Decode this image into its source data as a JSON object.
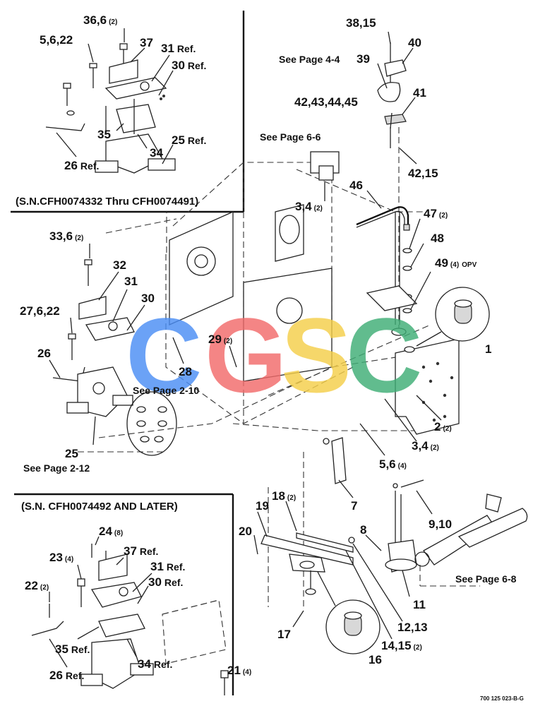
{
  "boxes": {
    "top_left_title": "(S.N.CFH0074332 Thru CFH0074491)",
    "bottom_left_title": "(S.N. CFH0074492 AND LATER)"
  },
  "notes": {
    "see_4_4": "See Page 4-4",
    "see_6_6": "See Page 6-6",
    "see_2_10": "See Page 2-10",
    "see_2_12": "See Page 2-12",
    "see_6_8": "See Page 6-8"
  },
  "callouts": {
    "c36_6": "36,6",
    "c36_6_q": "(2)",
    "c5_6_22": "5,6,22",
    "c37": "37",
    "c31r": "31",
    "c31r_ref": "Ref.",
    "c30r": "30",
    "c30r_ref": "Ref.",
    "c35": "35",
    "c34": "34",
    "c25r": "25",
    "c25r_ref": "Ref.",
    "c26r": "26",
    "c26r_ref": "Ref.",
    "c38_15": "38,15",
    "c40": "40",
    "c39": "39",
    "c41": "41",
    "c42_45": "42,43,44,45",
    "c42_15": "42,15",
    "c46": "46",
    "c3_4a": "3,4",
    "c3_4a_q": "(2)",
    "c47": "47",
    "c47_q": "(2)",
    "c48": "48",
    "c49": "49",
    "c49_q": "(4)",
    "c49_opv": "OPV",
    "c1": "1",
    "c33_6": "33,6",
    "c33_6_q": "(2)",
    "c32": "32",
    "c31": "31",
    "c30": "30",
    "c27_6_22": "27,6,22",
    "c26": "26",
    "c28": "28",
    "c29": "29",
    "c29_q": "(2)",
    "c25": "25",
    "c2": "2",
    "c2_q": "(2)",
    "c3_4b": "3,4",
    "c3_4b_q": "(2)",
    "c5_6": "5,6",
    "c5_6_q": "(4)",
    "c7": "7",
    "c9_10": "9,10",
    "c18": "18",
    "c18_q": "(2)",
    "c19": "19",
    "c20": "20",
    "c8": "8",
    "c11": "11",
    "c12_13": "12,13",
    "c14_15": "14,15",
    "c14_15_q": "(2)",
    "c16": "16",
    "c17": "17",
    "c24": "24",
    "c24_q": "(8)",
    "c23": "23",
    "c23_q": "(4)",
    "c37r": "37",
    "c37r_ref": "Ref.",
    "c31b": "31",
    "c31b_ref": "Ref.",
    "c30b": "30",
    "c30b_ref": "Ref.",
    "c22": "22",
    "c22_q": "(2)",
    "c35r": "35",
    "c35r_ref": "Ref.",
    "c34r": "34",
    "c34r_ref": "Ref.",
    "c26b": "26",
    "c26b_ref": "Ref.",
    "c21": "21",
    "c21_q": "(4)"
  },
  "watermark": {
    "letters": [
      "C",
      "G",
      "S",
      "C"
    ],
    "colors": [
      "#4b8ef5",
      "#f26b6b",
      "#f5cf4a",
      "#3fae76"
    ]
  },
  "drawing_code": "700 125 023-B-G"
}
